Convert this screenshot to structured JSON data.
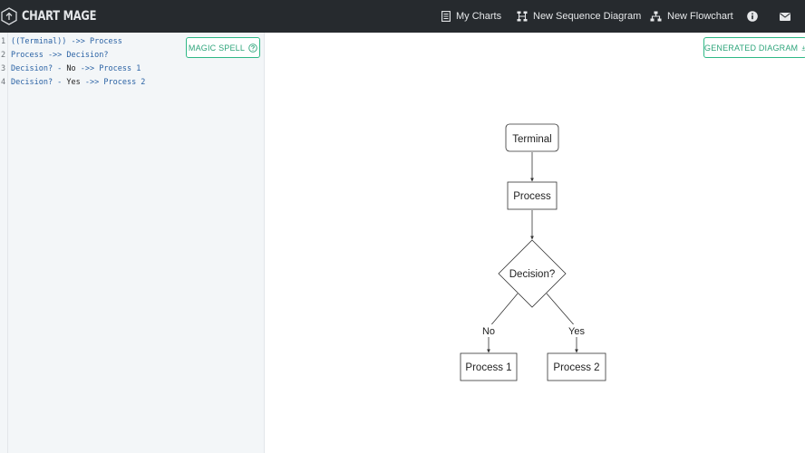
{
  "app": {
    "brand": "CHART MAGE"
  },
  "nav": {
    "my_charts": "My Charts",
    "new_sequence": "New Sequence Diagram",
    "new_flowchart": "New Flowchart",
    "info_icon": "info-icon",
    "mail_icon": "mail-icon"
  },
  "editor": {
    "magic_spell_label": "MAGIC SPELL",
    "lines": [
      {
        "num": "1",
        "code": "((Terminal)) ->> Process"
      },
      {
        "num": "2",
        "code": "Process ->> Decision?"
      },
      {
        "num": "3",
        "pre": "Decision? - ",
        "mid": "No",
        "post": " ->> Process 1"
      },
      {
        "num": "4",
        "pre": "Decision? - ",
        "mid": "Yes",
        "post": " ->> Process 2"
      }
    ]
  },
  "diagram": {
    "generated_label": "GENERATED DIAGRAM",
    "nodes": {
      "terminal": "Terminal",
      "process": "Process",
      "decision": "Decision?",
      "process1": "Process 1",
      "process2": "Process 2"
    },
    "edges": {
      "no": "No",
      "yes": "Yes"
    }
  },
  "colors": {
    "topbar": "#262a2e",
    "accent": "#2eb886",
    "code_blue": "#2a62a4",
    "editor_bg": "#f3f6f8"
  }
}
